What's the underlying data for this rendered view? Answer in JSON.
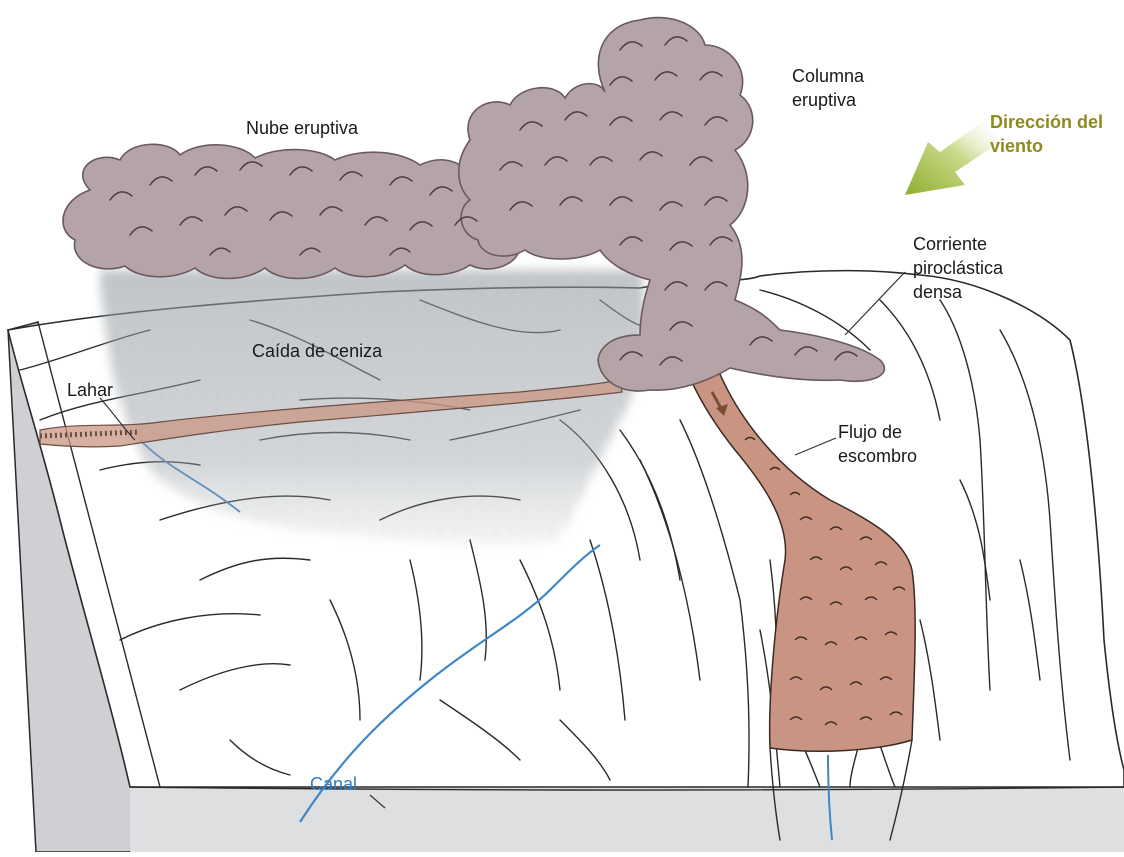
{
  "labels": {
    "eruption_column": [
      "Columna",
      "eruptiva"
    ],
    "eruption_cloud": "Nube eruptiva",
    "wind_direction": [
      "Dirección del",
      "viento"
    ],
    "pyroclastic_current": [
      "Corriente",
      "piroclástica",
      "densa"
    ],
    "ash_fall": "Caída de ceniza",
    "lahar": "Lahar",
    "debris_flow": [
      "Flujo de",
      "escombro"
    ],
    "channel": "Canal"
  },
  "colors": {
    "cloud_fill": "#b4a3a7",
    "debris_fill": "#c99582",
    "ash_gray": "#8f9399",
    "channel_blue": "#3f86c8",
    "wind_arrow": "#a8bf52",
    "wind_label": "#8f8a1e",
    "block_side": "#d9d9db"
  },
  "icons": {
    "wind": "wind-direction-arrow-icon"
  }
}
